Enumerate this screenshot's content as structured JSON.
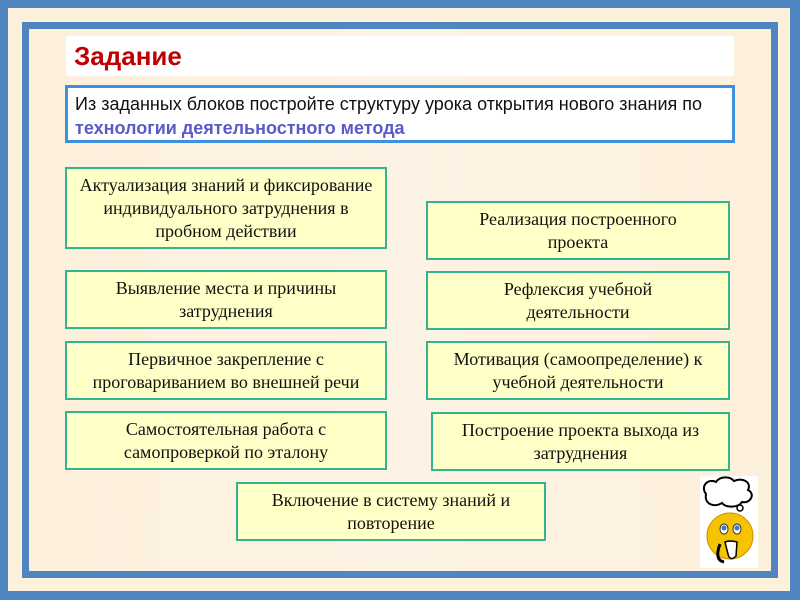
{
  "title": "Задание",
  "task": {
    "text": "Из заданных блоков постройте структуру урока открытия нового знания по ",
    "highlight": "технологии деятельностного метода"
  },
  "blocks": [
    "Актуализация знаний и фиксирование индивидуального затруднения в пробном действии",
    "Выявление места и причины затруднения",
    "Первичное закрепление с проговариванием во внешней речи",
    "Самостоятельная работа с самопроверкой по эталону",
    "Реализация построенного проекта",
    "Рефлексия учебной деятельности",
    "Мотивация (самоопределение) к учебной деятельности",
    "Построение проекта выхода из затруднения",
    "Включение в систему знаний и повторение"
  ]
}
